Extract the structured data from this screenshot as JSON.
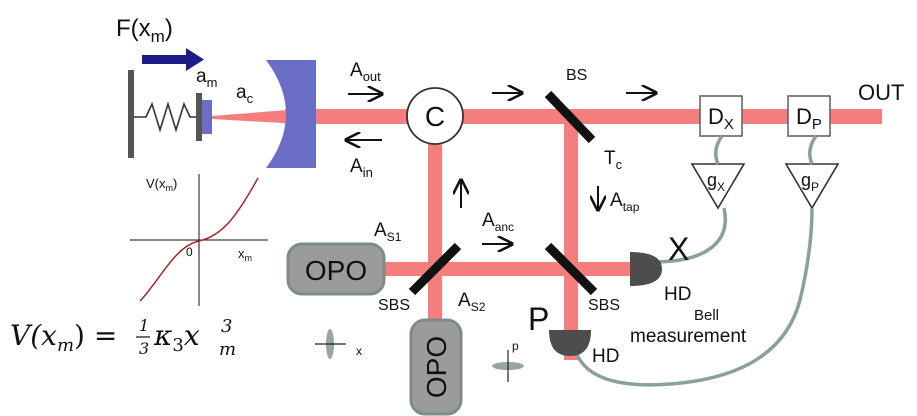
{
  "labels": {
    "force": "F(x",
    "force_sub": "m",
    "force_close": ")",
    "mirror_mass": "a",
    "mirror_mass_sub": "m",
    "cavity_mode": "a",
    "cavity_mode_sub": "c",
    "a_out": "A",
    "a_out_sub": "out",
    "a_in": "A",
    "a_in_sub": "in",
    "circulator": "C",
    "bs": "BS",
    "tc": "T",
    "tc_sub": "c",
    "a_tap": "A",
    "a_tap_sub": "tap",
    "a_anc": "A",
    "a_anc_sub": "anc",
    "a_s1": "A",
    "a_s1_sub": "S1",
    "a_s2": "A",
    "a_s2_sub": "S2",
    "sbs_left": "SBS",
    "sbs_right": "SBS",
    "opo_horizontal": "OPO",
    "opo_vertical": "OPO",
    "dx": "D",
    "dx_sub": "X",
    "dp": "D",
    "dp_sub": "P",
    "gx": "g",
    "gx_sub": "X",
    "gp": "g",
    "gp_sub": "P",
    "out": "OUT",
    "x_big": "X",
    "p_big": "P",
    "hd_x": "HD",
    "hd_p": "HD",
    "bell_1": "Bell",
    "bell_2": "measurement",
    "squeeze_x": "x",
    "squeeze_p": "p"
  },
  "plot": {
    "ylabel": "V(x",
    "ylabel_sub": "m",
    "ylabel_close": ")",
    "origin": "0",
    "xlabel": "x",
    "xlabel_sub": "m"
  },
  "equation": {
    "lhs": "V(x",
    "lhs_sub": "m",
    "lhs_close": ") =",
    "frac_num": "1",
    "frac_den": "3",
    "kappa": "κ",
    "kappa_sub": "3",
    "x": "x",
    "x_sup": "3",
    "x_sub": "m"
  },
  "colors": {
    "beam": "#f47e7e",
    "mirror": "#6a6ec6",
    "force_arrow": "#1d1d8a",
    "opo_fill": "#9b9b9b",
    "detector": "#4d4d4d",
    "cable": "#8aa0a0",
    "ellipse": "#9aa4a4",
    "curve": "#b0202a"
  }
}
